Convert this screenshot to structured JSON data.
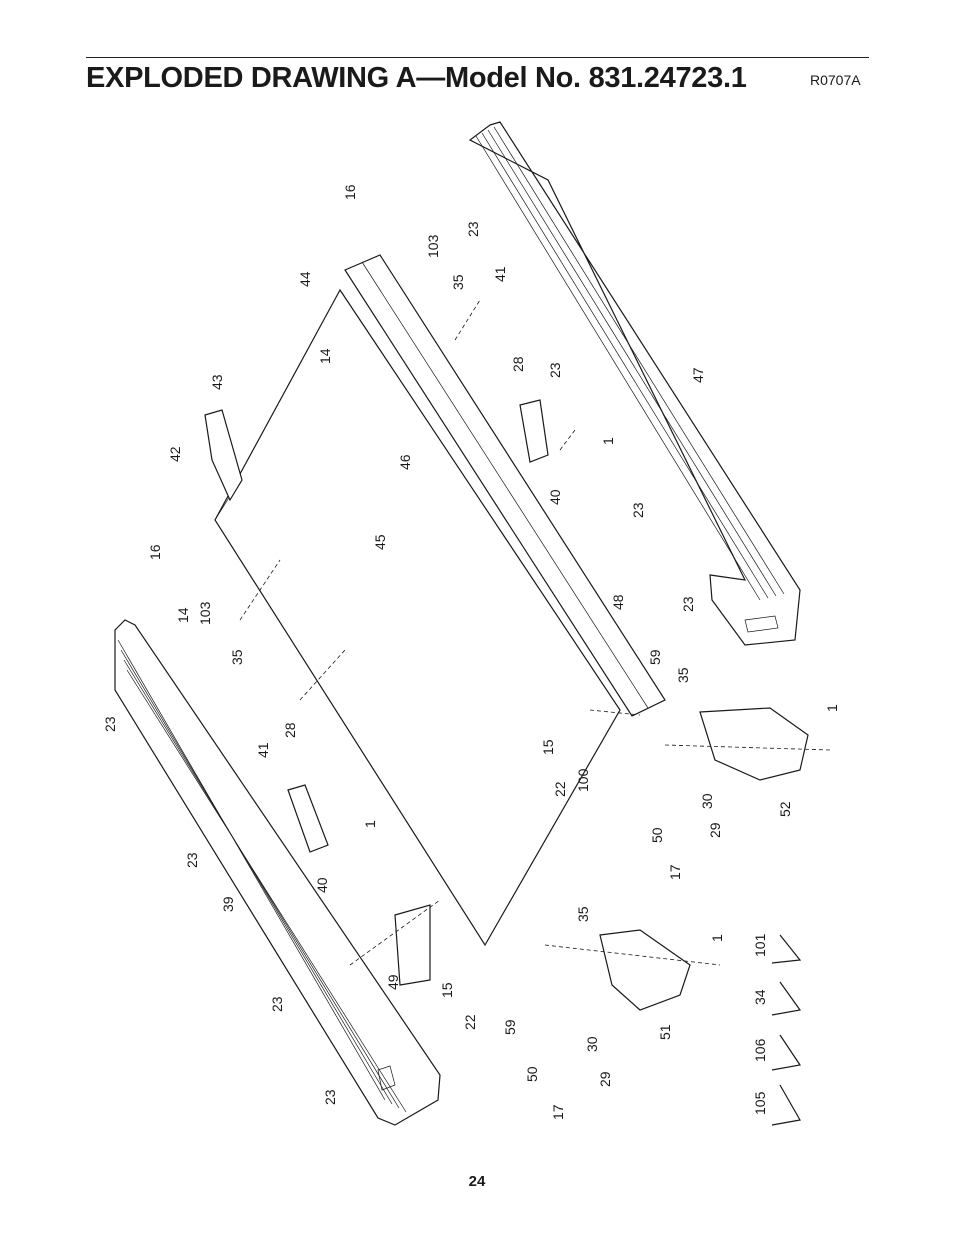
{
  "header": {
    "title": "EXPLODED DRAWING A—Model No. 831.24723.1",
    "drawing_code": "R0707A"
  },
  "footer": {
    "page_number": "24"
  },
  "part_labels": [
    "16",
    "103",
    "44",
    "35",
    "41",
    "23",
    "14",
    "28",
    "23",
    "43",
    "1",
    "46",
    "42",
    "45",
    "40",
    "47",
    "23",
    "16",
    "48",
    "14",
    "103",
    "23",
    "35",
    "59",
    "35",
    "1",
    "23",
    "15",
    "41",
    "28",
    "22",
    "100",
    "52",
    "30",
    "1",
    "50",
    "29",
    "23",
    "40",
    "17",
    "39",
    "35",
    "101",
    "1",
    "23",
    "49",
    "15",
    "22",
    "59",
    "34",
    "51",
    "30",
    "106",
    "50",
    "29",
    "23",
    "17",
    "105"
  ]
}
